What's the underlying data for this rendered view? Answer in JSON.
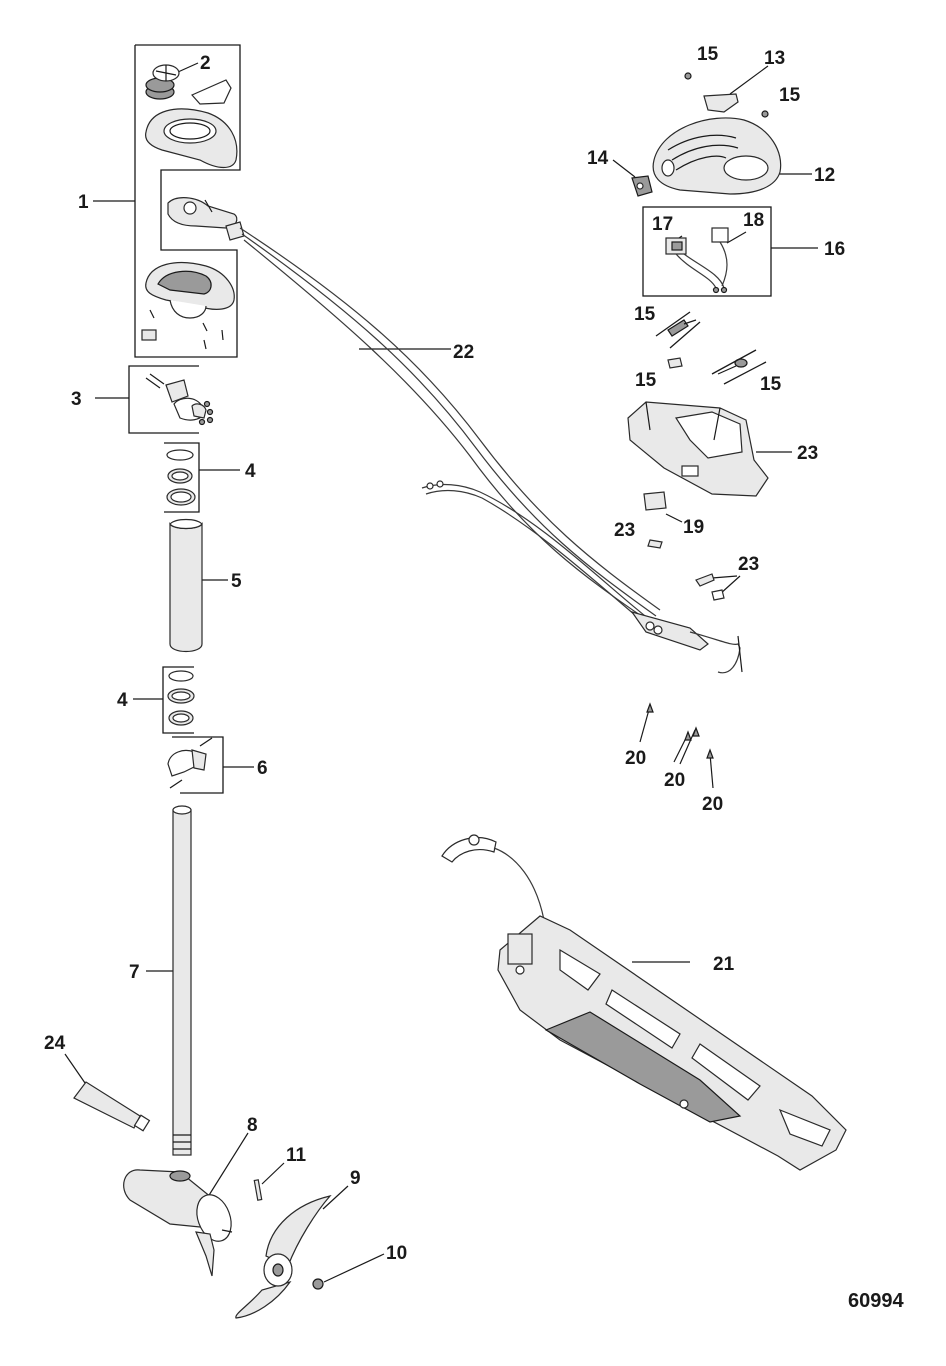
{
  "callouts": [
    {
      "id": "c1",
      "text": "1"
    },
    {
      "id": "c2",
      "text": "2"
    },
    {
      "id": "c3",
      "text": "3"
    },
    {
      "id": "c4a",
      "text": "4"
    },
    {
      "id": "c4b",
      "text": "4"
    },
    {
      "id": "c5",
      "text": "5"
    },
    {
      "id": "c6",
      "text": "6"
    },
    {
      "id": "c7",
      "text": "7"
    },
    {
      "id": "c8",
      "text": "8"
    },
    {
      "id": "c9",
      "text": "9"
    },
    {
      "id": "c10",
      "text": "10"
    },
    {
      "id": "c11",
      "text": "11"
    },
    {
      "id": "c12",
      "text": "12"
    },
    {
      "id": "c13",
      "text": "13"
    },
    {
      "id": "c14",
      "text": "14"
    },
    {
      "id": "c15a",
      "text": "15"
    },
    {
      "id": "c15b",
      "text": "15"
    },
    {
      "id": "c15c",
      "text": "15"
    },
    {
      "id": "c15d",
      "text": "15"
    },
    {
      "id": "c15e",
      "text": "15"
    },
    {
      "id": "c16",
      "text": "16"
    },
    {
      "id": "c17",
      "text": "17"
    },
    {
      "id": "c18",
      "text": "18"
    },
    {
      "id": "c19",
      "text": "19"
    },
    {
      "id": "c20a",
      "text": "20"
    },
    {
      "id": "c20b",
      "text": "20"
    },
    {
      "id": "c20c",
      "text": "20"
    },
    {
      "id": "c21",
      "text": "21"
    },
    {
      "id": "c22",
      "text": "22"
    },
    {
      "id": "c23a",
      "text": "23"
    },
    {
      "id": "c23b",
      "text": "23"
    },
    {
      "id": "c23c",
      "text": "23"
    },
    {
      "id": "c24",
      "text": "24"
    }
  ],
  "drawing_number": "60994"
}
